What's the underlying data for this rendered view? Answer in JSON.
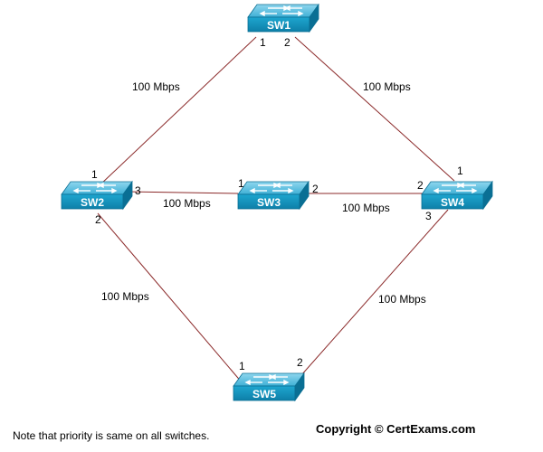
{
  "switches": [
    {
      "name": "SW1"
    },
    {
      "name": "SW2"
    },
    {
      "name": "SW3"
    },
    {
      "name": "SW4"
    },
    {
      "name": "SW5"
    }
  ],
  "links": [
    {
      "label": "100 Mbps",
      "port_a": "1",
      "port_b": "1"
    },
    {
      "label": "100 Mbps",
      "port_a": "2",
      "port_b": "1"
    },
    {
      "label": "100 Mbps",
      "port_a": "3",
      "port_b": "1"
    },
    {
      "label": "100 Mbps",
      "port_a": "2",
      "port_b": "2"
    },
    {
      "label": "100 Mbps",
      "port_a": "2",
      "port_b": "1"
    },
    {
      "label": "100 Mbps",
      "port_a": "3",
      "port_b": "2"
    }
  ],
  "note": "Note that priority is same on all switches.",
  "copyright": "Copyright  ©  CertExams.com",
  "colors": {
    "switch_body": "#1a9ec4",
    "switch_top": "#6cc8e6",
    "link": "#8b2a2a"
  }
}
